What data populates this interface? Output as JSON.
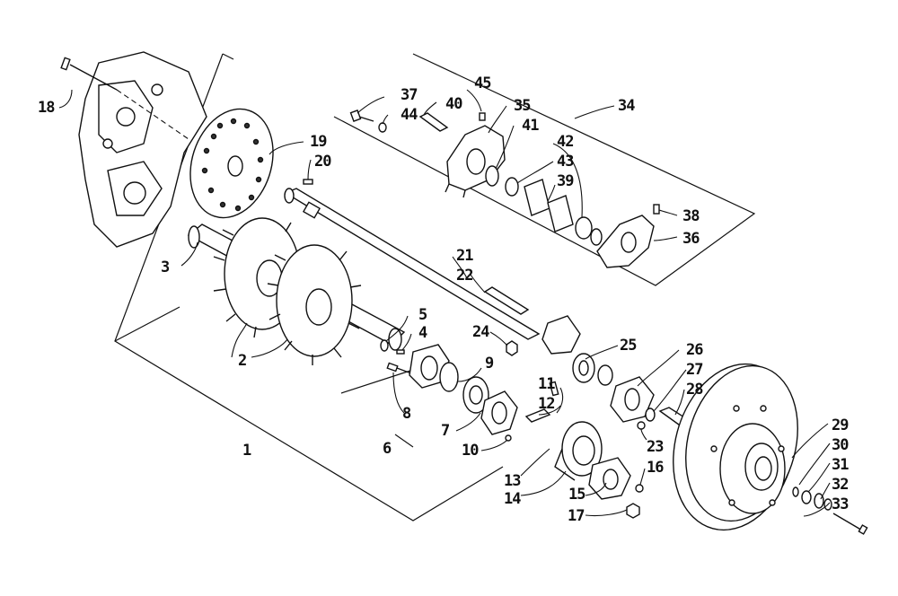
{
  "labels": {
    "n1": "1",
    "n2": "2",
    "n3": "3",
    "n4": "4",
    "n5": "5",
    "n6": "6",
    "n7": "7",
    "n8": "8",
    "n9": "9",
    "n10": "10",
    "n11": "11",
    "n12": "12",
    "n13": "13",
    "n14": "14",
    "n15": "15",
    "n16": "16",
    "n17": "17",
    "n18": "18",
    "n19": "19",
    "n20": "20",
    "n21": "21",
    "n22": "22",
    "n23": "23",
    "n24": "24",
    "n25": "25",
    "n26": "26",
    "n27": "27",
    "n28": "28",
    "n29": "29",
    "n30": "30",
    "n31": "31",
    "n32": "32",
    "n33": "33",
    "n34": "34",
    "n35": "35",
    "n36": "36",
    "n37": "37",
    "n38": "38",
    "n39": "39",
    "n40": "40",
    "n41": "41",
    "n42": "42",
    "n43": "43",
    "n44": "44",
    "n45": "45"
  }
}
